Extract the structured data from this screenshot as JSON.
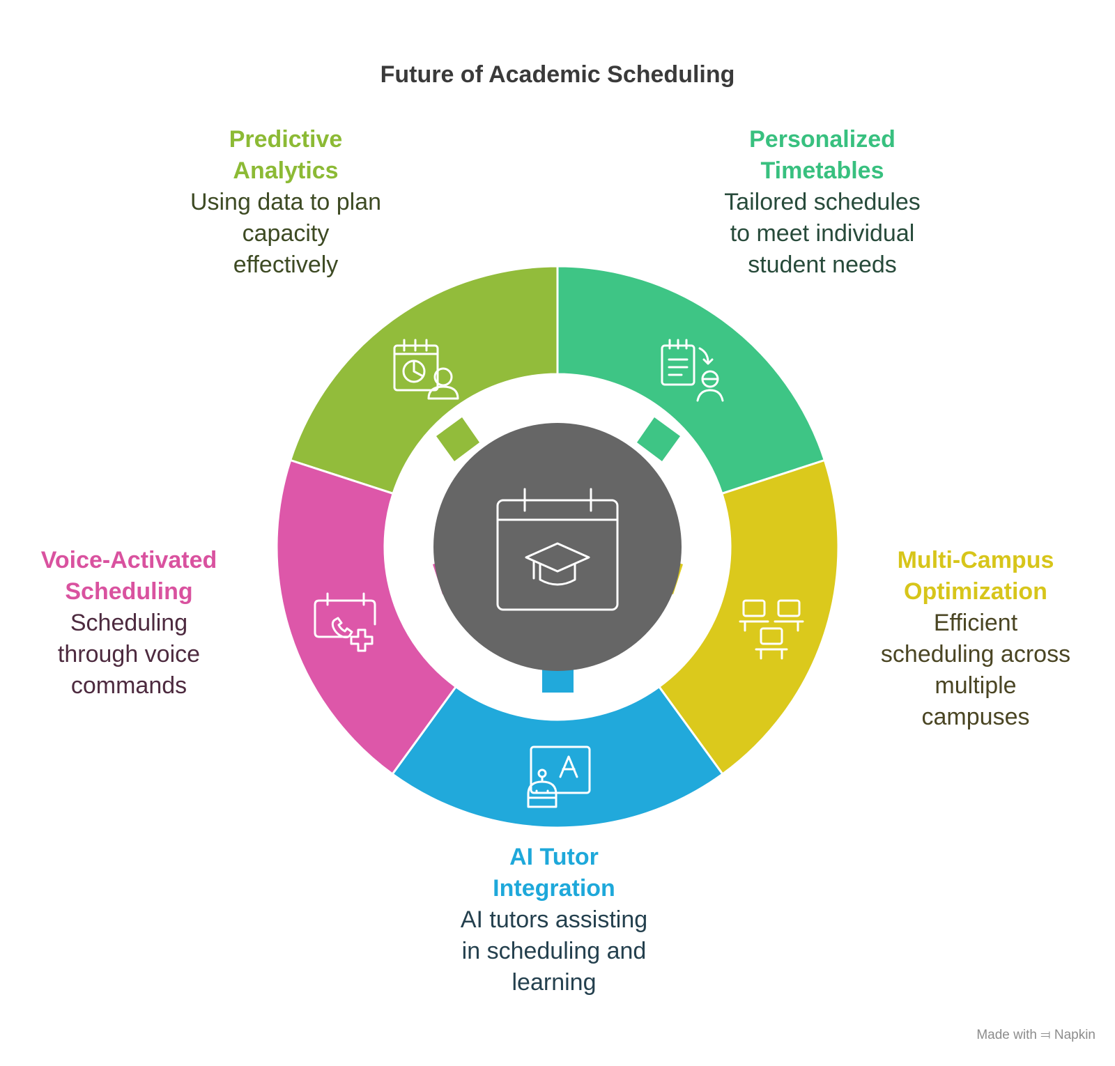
{
  "title": "Future of Academic Scheduling",
  "center": {
    "icon": "calendar-graduation-cap-icon",
    "color": "#666666"
  },
  "segments": {
    "predictive": {
      "heading_1": "Predictive",
      "heading_2": "Analytics",
      "desc_1": "Using data to plan",
      "desc_2": "capacity",
      "desc_3": "effectively",
      "color": "#92bc3b",
      "heading_color": "#8cba35",
      "text_color": "#3d4a23",
      "icon": "calendar-chart-user-icon"
    },
    "personalized": {
      "heading_1": "Personalized",
      "heading_2": "Timetables",
      "desc_1": "Tailored schedules",
      "desc_2": "to meet individual",
      "desc_3": "student needs",
      "color": "#3ec585",
      "heading_color": "#38c07f",
      "text_color": "#274a3a",
      "icon": "clipboard-student-icon"
    },
    "multicampus": {
      "heading_1": "Multi-Campus",
      "heading_2": "Optimization",
      "desc_1": "Efficient",
      "desc_2": "scheduling across",
      "desc_3": "multiple",
      "desc_4": "campuses",
      "color": "#dbc91c",
      "heading_color": "#d7c51a",
      "text_color": "#4a4523",
      "icon": "networked-desks-icon"
    },
    "aitutor": {
      "heading_1": "AI Tutor",
      "heading_2": "Integration",
      "desc_1": "AI tutors assisting",
      "desc_2": "in scheduling and",
      "desc_3": "learning",
      "color": "#21a9db",
      "heading_color": "#1ea8da",
      "text_color": "#24404e",
      "icon": "robot-board-icon"
    },
    "voice": {
      "heading_1": "Voice-Activated",
      "heading_2": "Scheduling",
      "desc_1": "Scheduling",
      "desc_2": "through voice",
      "desc_3": "commands",
      "color": "#dd57a9",
      "heading_color": "#d9529f",
      "text_color": "#4d2a3f",
      "icon": "calendar-phone-add-icon"
    }
  },
  "footer": {
    "made_with": "Made with",
    "brand": "Napkin"
  }
}
